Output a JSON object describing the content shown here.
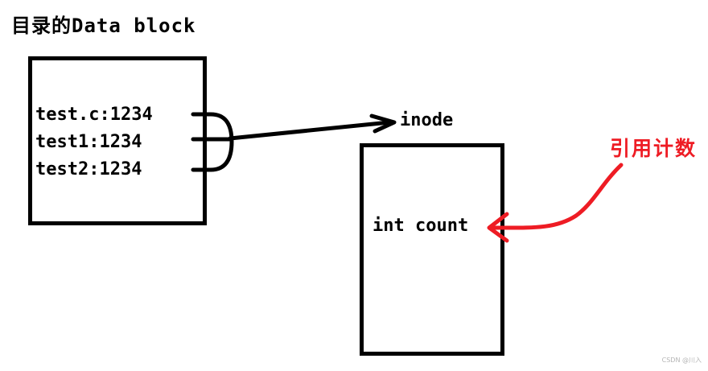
{
  "diagram": {
    "title": "目录的Data block",
    "directory_entries": [
      "test.c:1234",
      "test1:1234",
      "test2:1234"
    ],
    "inode_label": "inode",
    "inode_field": "int count",
    "annotation": "引用计数",
    "annotation_color": "#ee1c24",
    "line_color": "#000000"
  },
  "watermark": "CSDN @川入"
}
